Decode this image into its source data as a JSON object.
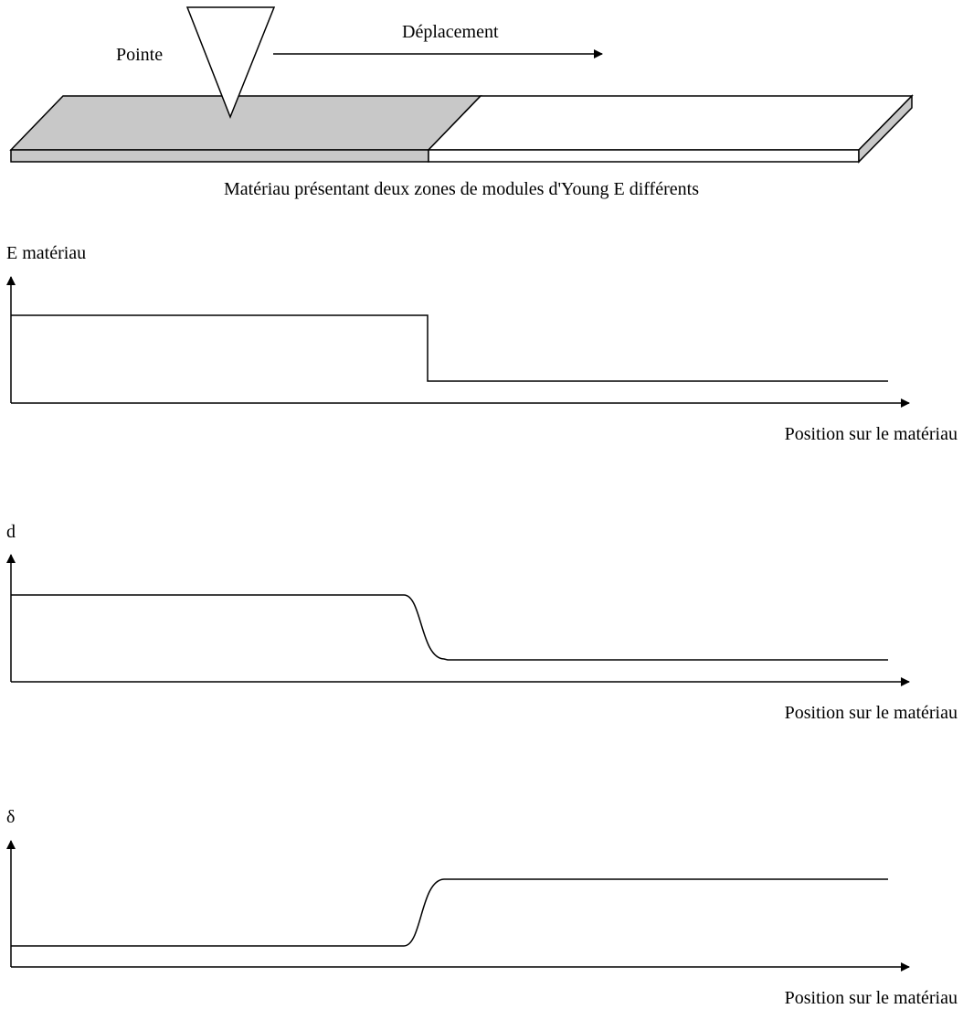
{
  "diagram": {
    "tip_label": "Pointe",
    "motion_label": "Déplacement",
    "material_caption": "Matériau présentant deux zones de modules d'Young E différents",
    "colors": {
      "stiff_zone": "#c8c8c8",
      "soft_zone": "#ffffff",
      "stroke": "#000000"
    }
  },
  "graphs": [
    {
      "y_label": "E matériau",
      "x_label": "Position sur le matériau",
      "profile": "step-down"
    },
    {
      "y_label": "d",
      "x_label": "Position sur le matériau",
      "profile": "smooth-step-down"
    },
    {
      "y_label": "δ",
      "x_label": "Position sur le matériau",
      "profile": "smooth-step-up"
    }
  ]
}
